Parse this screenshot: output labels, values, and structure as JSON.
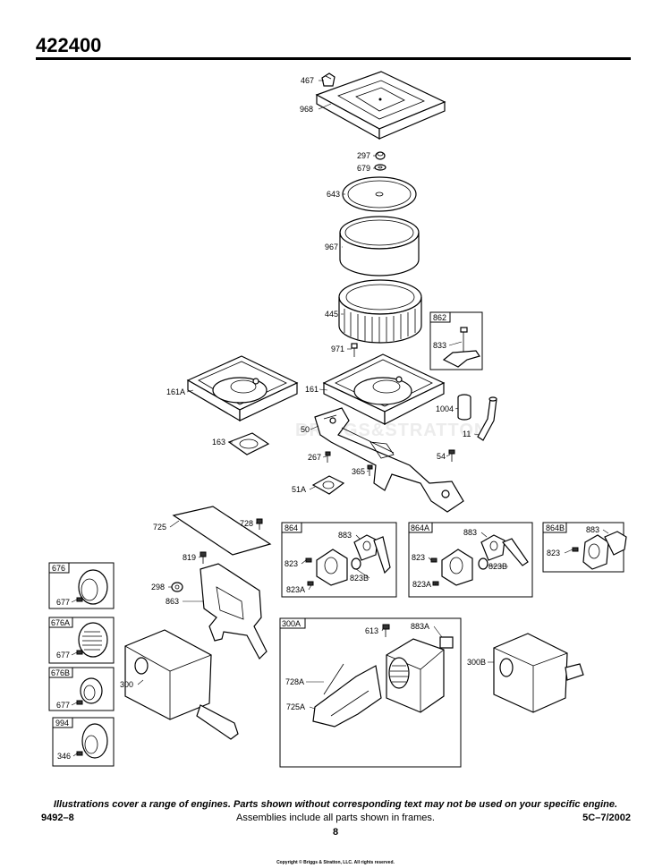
{
  "header": {
    "title": "422400"
  },
  "watermark": "BRIGGS&STRATTON",
  "labels": {
    "l467": "467",
    "l968": "968",
    "l297": "297",
    "l679": "679",
    "l643": "643",
    "l967": "967",
    "l445": "445",
    "l971": "971",
    "l161A": "161A",
    "l161": "161",
    "l862": "862",
    "l833": "833",
    "l1004": "1004",
    "l11": "11",
    "l50": "50",
    "l163": "163",
    "l267": "267",
    "l365": "365",
    "l54": "54",
    "l51A": "51A",
    "l725": "725",
    "l728": "728",
    "l819": "819",
    "l298": "298",
    "l863": "863",
    "l676": "676",
    "l677a": "677",
    "l676A": "676A",
    "l677b": "677",
    "l676B": "676B",
    "l677c": "677",
    "l994": "994",
    "l346": "346",
    "l300": "300",
    "l864": "864",
    "l883a": "883",
    "l823a": "823",
    "l823Ba": "823B",
    "l823Aa": "823A",
    "l864A": "864A",
    "l883b": "883",
    "l823b": "823",
    "l823Bb": "823B",
    "l823Ab": "823A",
    "l864B": "864B",
    "l883c": "883",
    "l823c": "823",
    "l300A": "300A",
    "l613": "613",
    "l883A": "883A",
    "l728A": "728A",
    "l725A": "725A",
    "l300B": "300B"
  },
  "footer": {
    "note": "Illustrations cover a range of engines. Parts shown without corresponding text may not be used on your specific engine.",
    "left": "9492–8",
    "center": "Assemblies include all parts shown in frames.",
    "right": "5C–7/2002",
    "page": "8",
    "copyright": "Copyright © Briggs & Stratton, LLC. All rights reserved."
  }
}
